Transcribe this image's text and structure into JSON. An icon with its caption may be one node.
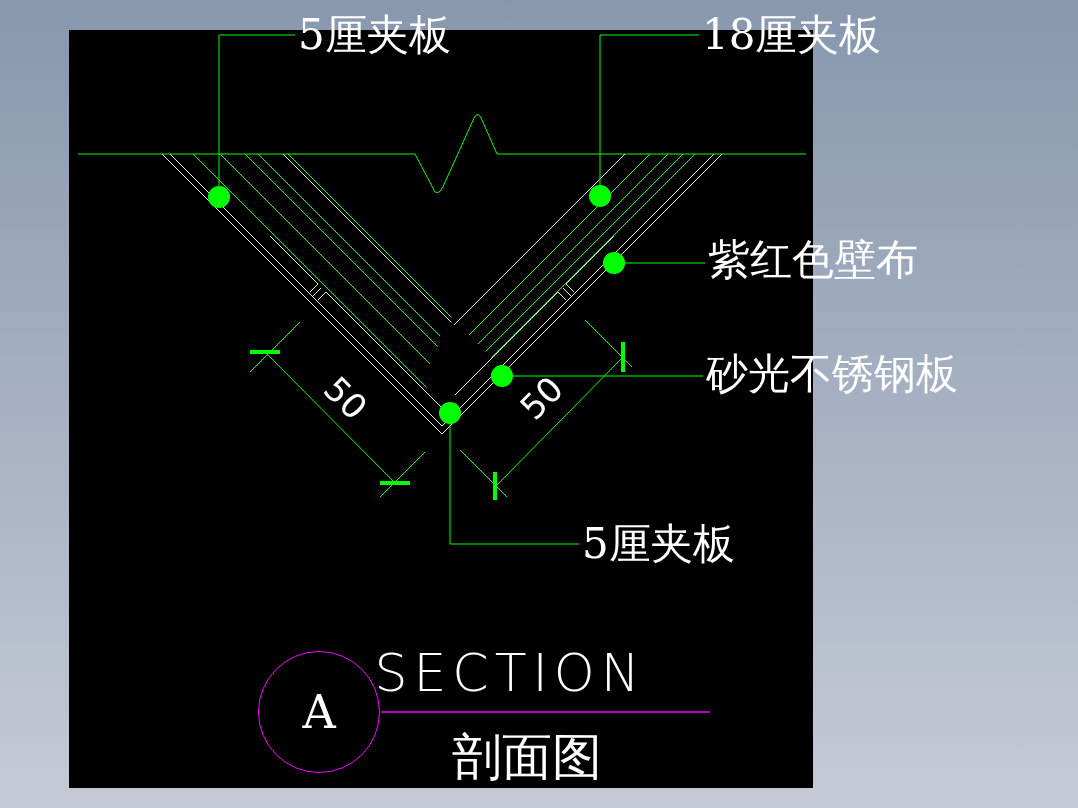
{
  "diagram": {
    "nodes": [
      {
        "text": [
          "5厘夹板"
        ]
      },
      {
        "text": [
          "18厘夹板"
        ]
      },
      {
        "text": [
          "紫红色壁布"
        ]
      },
      {
        "text": [
          "砂光不锈钢板"
        ]
      },
      {
        "text": [
          "5厘夹板"
        ]
      },
      {
        "text": [],
        "shape": "circle"
      },
      {
        "text": [],
        "shape": "circle"
      },
      {
        "text": [],
        "shape": "circle"
      },
      {
        "text": [],
        "shape": "circle"
      },
      {
        "text": [],
        "shape": "circle"
      },
      {
        "text": [
          "A"
        ]
      }
    ],
    "edges": [
      {
        "from": 0,
        "to": 5,
        "arrow": "none"
      },
      {
        "from": 1,
        "to": 6,
        "arrow": "none"
      },
      {
        "from": 2,
        "to": 7,
        "arrow": "none"
      },
      {
        "from": 3,
        "to": 8,
        "arrow": "none"
      },
      {
        "from": 4,
        "to": 9,
        "arrow": "none"
      }
    ],
    "labels": [
      "50",
      "50",
      "SECTION",
      "剖面图"
    ]
  }
}
